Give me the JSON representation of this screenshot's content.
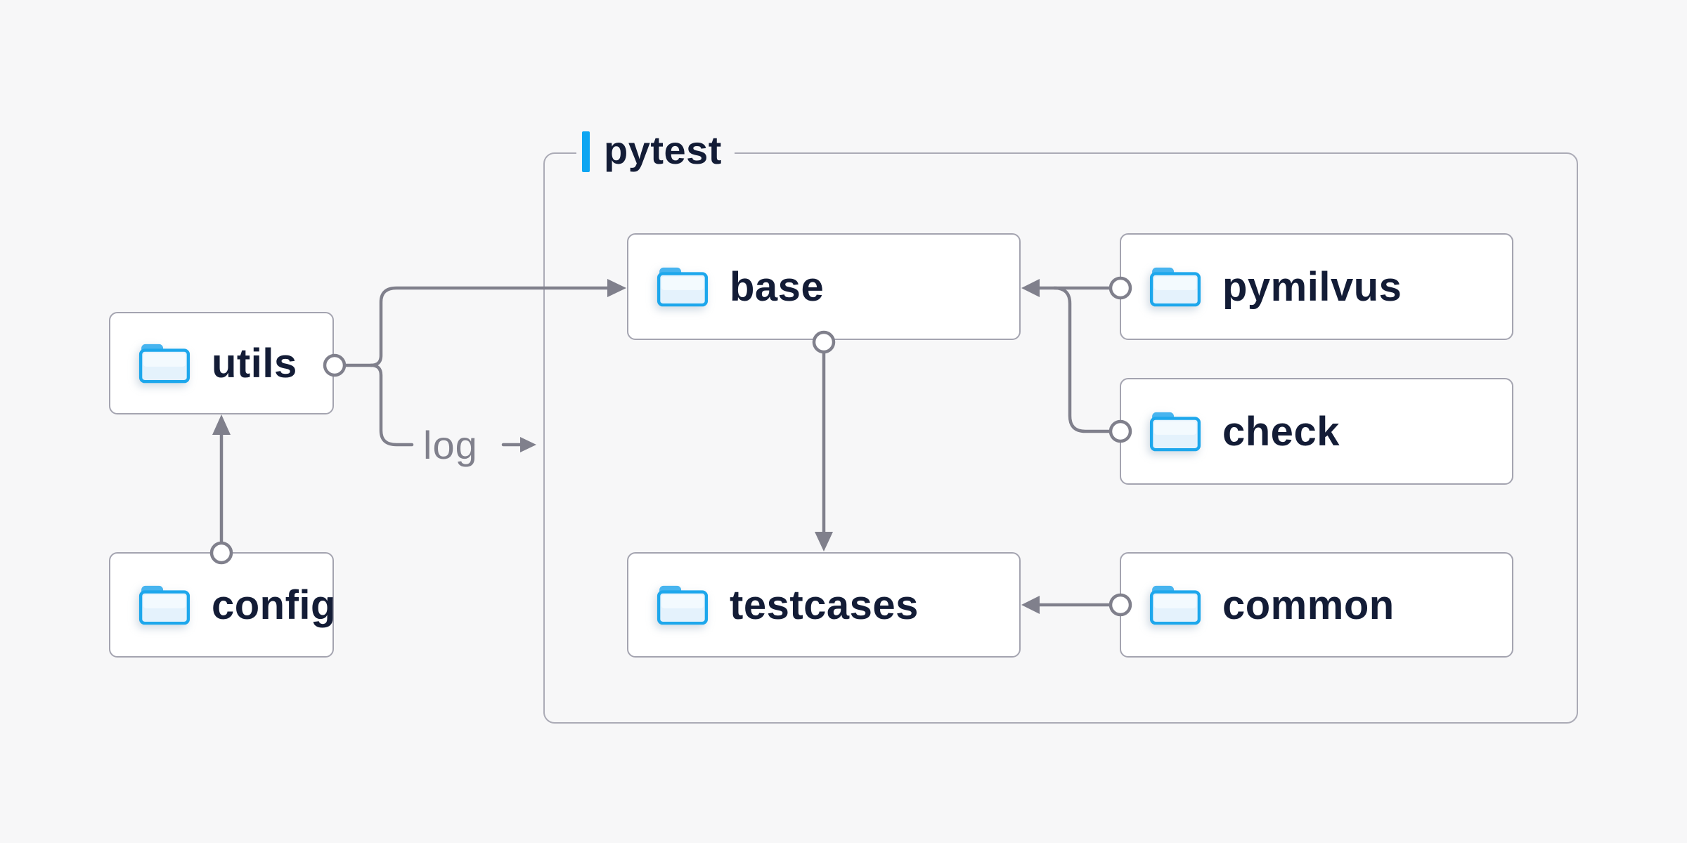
{
  "diagram": {
    "title_group": {
      "label": "pytest",
      "accent_color": "#0da6f2"
    },
    "nodes": {
      "utils": {
        "label": "utils"
      },
      "config": {
        "label": "config"
      },
      "base": {
        "label": "base"
      },
      "pymilvus": {
        "label": "pymilvus"
      },
      "check": {
        "label": "check"
      },
      "testcases": {
        "label": "testcases"
      },
      "common": {
        "label": "common"
      }
    },
    "edges": {
      "log_label": "log",
      "connections": [
        "config -> utils",
        "utils -> base",
        "utils -> log",
        "base -> testcases",
        "pymilvus -> base",
        "check -> base",
        "common -> testcases"
      ]
    },
    "colors": {
      "background": "#f7f7f8",
      "node_background": "#ffffff",
      "node_border": "#a4a4b0",
      "group_border": "#ababb6",
      "connector": "#80808c",
      "text_navy": "#131c36",
      "accent_blue": "#0da6f2",
      "folder_stroke": "#1da7ec",
      "folder_tab": "#47b4ef",
      "folder_fill": "#e4f2fc"
    }
  }
}
